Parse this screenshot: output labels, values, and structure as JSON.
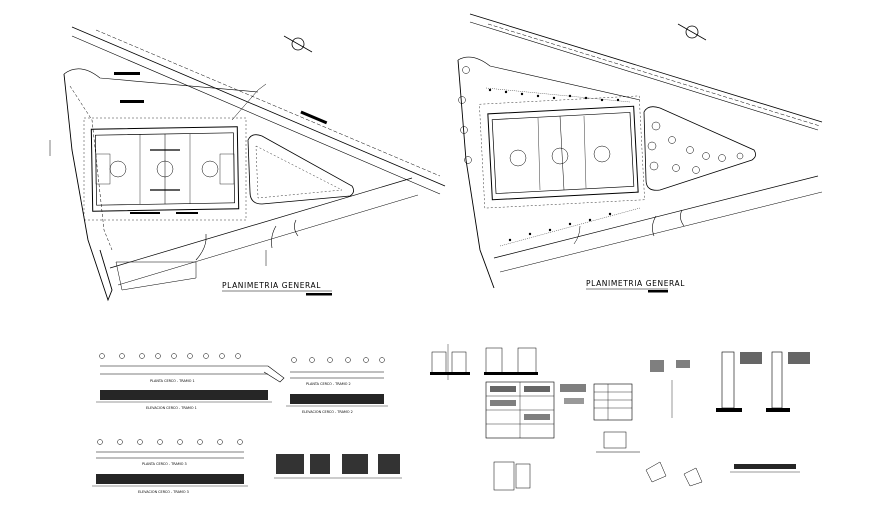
{
  "drawing": {
    "sheet_labels": {
      "left_plan_title": "PLANIMETRIA GENERAL",
      "right_plan_title": "PLANIMETRIA GENERAL"
    },
    "details": {
      "label_1": "PLANTA CERCO - TRAMO 1",
      "label_2": "ELEVACION CERCO - TRAMO 1",
      "label_3": "PLANTA CERCO - TRAMO 2",
      "label_4": "ELEVACION CERCO - TRAMO 2",
      "label_5": "PLANTA CERCO - TRAMO 3",
      "label_6": "ELEVACION CERCO - TRAMO 3"
    }
  }
}
